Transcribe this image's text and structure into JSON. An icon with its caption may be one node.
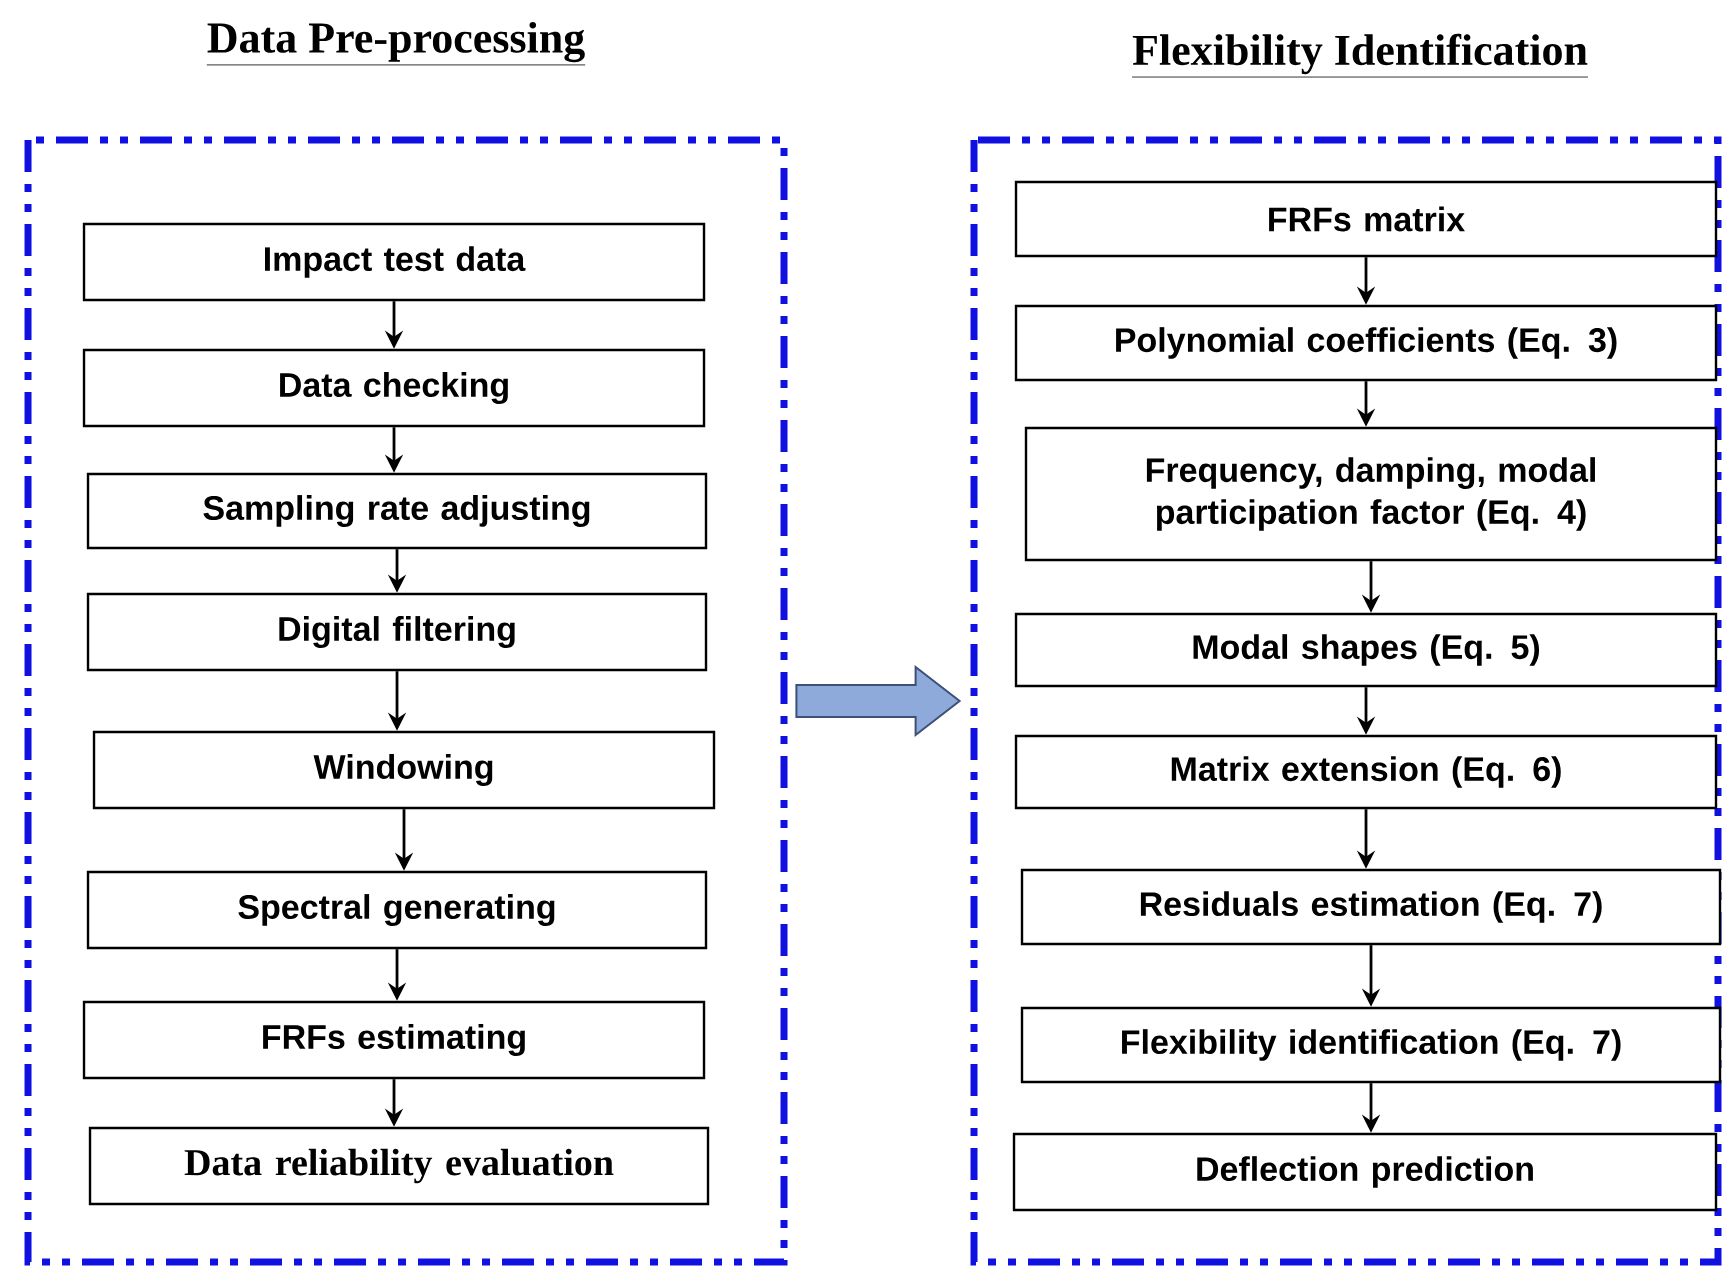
{
  "diagram": {
    "nodes": [
      {
        "text": [
          "Data Pre-processing"
        ]
      },
      {
        "text": [
          "Impact test data"
        ],
        "in": 0
      },
      {
        "text": [
          "Data checking"
        ],
        "in": 0
      },
      {
        "text": [
          "Sampling rate adjusting"
        ],
        "in": 0
      },
      {
        "text": [
          "Digital filtering"
        ],
        "in": 0
      },
      {
        "text": [
          "Windowing"
        ],
        "in": 0
      },
      {
        "text": [
          "Spectral generating"
        ],
        "in": 0
      },
      {
        "text": [
          "FRFs estimating"
        ],
        "in": 0
      },
      {
        "text": [
          "Data reliability evaluation"
        ],
        "in": 0
      },
      {
        "text": [
          "Flexibility Identification"
        ]
      },
      {
        "text": [
          "FRFs matrix"
        ],
        "in": 9
      },
      {
        "text": [
          "Polynomial coefficients (Eq. 3)"
        ],
        "in": 9
      },
      {
        "text": [
          "Frequency, damping, modal participation factor (Eq. 4)"
        ],
        "in": 9
      },
      {
        "text": [
          "Modal shapes (Eq. 5)"
        ],
        "in": 9
      },
      {
        "text": [
          "Matrix extension (Eq. 6)"
        ],
        "in": 9
      },
      {
        "text": [
          "Residuals estimation (Eq. 7)"
        ],
        "in": 9
      },
      {
        "text": [
          "Flexibility identification (Eq. 7)"
        ],
        "in": 9
      },
      {
        "text": [
          "Deflection prediction"
        ],
        "in": 9
      }
    ],
    "edges": [
      {
        "from": 1,
        "to": 2,
        "arrow": "to"
      },
      {
        "from": 2,
        "to": 3,
        "arrow": "to"
      },
      {
        "from": 3,
        "to": 4,
        "arrow": "to"
      },
      {
        "from": 4,
        "to": 5,
        "arrow": "to"
      },
      {
        "from": 5,
        "to": 6,
        "arrow": "to"
      },
      {
        "from": 6,
        "to": 7,
        "arrow": "to"
      },
      {
        "from": 7,
        "to": 8,
        "arrow": "to"
      },
      {
        "from": 10,
        "to": 11,
        "arrow": "to"
      },
      {
        "from": 11,
        "to": 12,
        "arrow": "to"
      },
      {
        "from": 12,
        "to": 13,
        "arrow": "to"
      },
      {
        "from": 13,
        "to": 14,
        "arrow": "to"
      },
      {
        "from": 14,
        "to": 15,
        "arrow": "to"
      },
      {
        "from": 15,
        "to": 16,
        "arrow": "to"
      },
      {
        "from": 16,
        "to": 17,
        "arrow": "to"
      },
      {
        "from": 0,
        "to": 9,
        "arrow": "to",
        "style": "thick",
        "color": "#8eaadb"
      }
    ]
  }
}
